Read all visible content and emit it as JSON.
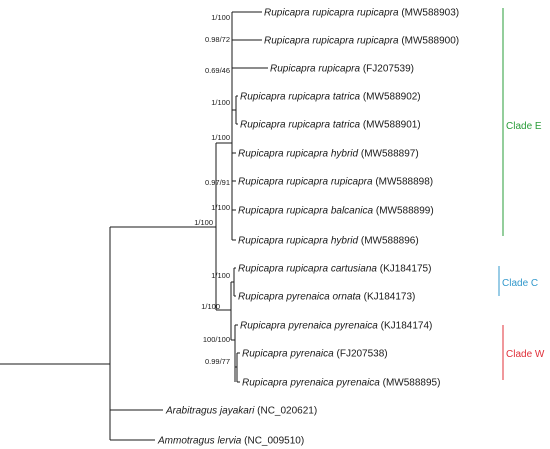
{
  "taxa": [
    {
      "id": "t1",
      "species": "Rupicapra rupicapra rupicapra",
      "accession": "(MW588903)"
    },
    {
      "id": "t2",
      "species": "Rupicapra rupicapra rupicapra",
      "accession": "(MW588900)"
    },
    {
      "id": "t3",
      "species": "Rupicapra rupicapra",
      "accession": "(FJ207539)"
    },
    {
      "id": "t4",
      "species": "Rupicapra rupicapra tatrica",
      "accession": "(MW588902)"
    },
    {
      "id": "t5",
      "species": "Rupicapra rupicapra tatrica",
      "accession": "(MW588901)"
    },
    {
      "id": "t6",
      "species": "Rupicapra rupicapra hybrid",
      "accession": "(MW588897)"
    },
    {
      "id": "t7",
      "species": "Rupicapra rupicapra rupicapra",
      "accession": "(MW588898)"
    },
    {
      "id": "t8",
      "species": "Rupicapra rupicapra balcanica",
      "accession": "(MW588899)"
    },
    {
      "id": "t9",
      "species": "Rupicapra rupicapra hybrid",
      "accession": "(MW588896)"
    },
    {
      "id": "t10",
      "species": "Rupicapra rupicapra cartusiana",
      "accession": "(KJ184175)"
    },
    {
      "id": "t11",
      "species": "Rupicapra pyrenaica ornata",
      "accession": "(KJ184173)"
    },
    {
      "id": "t12",
      "species": "Rupicapra pyrenaica pyrenaica",
      "accession": "(KJ184174)"
    },
    {
      "id": "t13",
      "species": "Rupicapra pyrenaica",
      "accession": "(FJ207538)"
    },
    {
      "id": "t14",
      "species": "Rupicapra pyrenaica pyrenaica",
      "accession": "(MW588895)"
    },
    {
      "id": "t15",
      "species": "Arabitragus jayakari",
      "accession": "(NC_020621)"
    },
    {
      "id": "t16",
      "species": "Ammotragus lervia",
      "accession": "(NC_009510)"
    }
  ],
  "support_values": [
    {
      "id": "s1",
      "label": "1/100"
    },
    {
      "id": "s2",
      "label": "0.98/72"
    },
    {
      "id": "s3",
      "label": "0.69/46"
    },
    {
      "id": "s4",
      "label": "1/100"
    },
    {
      "id": "s5",
      "label": "1/100"
    },
    {
      "id": "s6",
      "label": "0.97/91"
    },
    {
      "id": "s7",
      "label": "1/100"
    },
    {
      "id": "s8",
      "label": "1/100"
    },
    {
      "id": "s9",
      "label": "1/100"
    },
    {
      "id": "s10",
      "label": "1/100"
    },
    {
      "id": "s11",
      "label": "100/100"
    },
    {
      "id": "s12",
      "label": "0.99/77"
    }
  ],
  "clades": [
    {
      "id": "cladeE",
      "label": "Clade E",
      "color": "#2a9d3a"
    },
    {
      "id": "cladeC",
      "label": "Clade C",
      "color": "#3399cc"
    },
    {
      "id": "cladeW",
      "label": "Clade W",
      "color": "#e0303a"
    }
  ]
}
